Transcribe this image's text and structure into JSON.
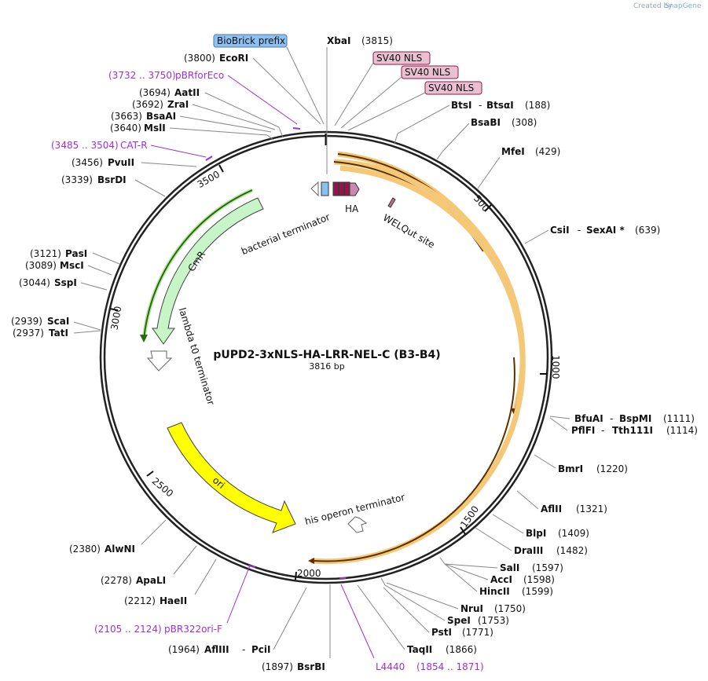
{
  "plasmid": {
    "name": "pUPD2-3xNLS-HA-LRR-NEL-C (B3-B4)",
    "length_text": "3816 bp"
  },
  "credit": {
    "prefix": "Created by",
    "brand": "SnapGene"
  },
  "ticks": [
    "500",
    "1000",
    "1500",
    "2000",
    "2500",
    "3000",
    "3500"
  ],
  "boxes": {
    "biobrick": "BioBrick prefix",
    "nls": "SV40 NLS"
  },
  "features": {
    "ha": "HA",
    "welqut": "WELQut site",
    "bacterial_terminator": "bacterial terminator",
    "cmr": "CmR",
    "lambda": "lambda t0 terminator",
    "ori": "ori",
    "his": "his operon terminator"
  },
  "sites": {
    "xbai": {
      "name": "XbaI",
      "pos": "(3815)"
    },
    "ecori": {
      "name": "EcoRI",
      "pos": "(3800)"
    },
    "aatii": {
      "name": "AatII",
      "pos": "(3694)"
    },
    "zrai": {
      "name": "ZraI",
      "pos": "(3692)"
    },
    "bsaai": {
      "name": "BsaAI",
      "pos": "(3663)"
    },
    "msli": {
      "name": "MslI",
      "pos": "(3640)"
    },
    "pvuii": {
      "name": "PvuII",
      "pos": "(3456)"
    },
    "bsrdi": {
      "name": "BsrDI",
      "pos": "(3339)"
    },
    "pasi": {
      "name": "PasI",
      "pos": "(3121)"
    },
    "msci": {
      "name": "MscI",
      "pos": "(3089)"
    },
    "sspi": {
      "name": "SspI",
      "pos": "(3044)"
    },
    "scai": {
      "name": "ScaI",
      "pos": "(2939)"
    },
    "tati": {
      "name": "TatI",
      "pos": "(2937)"
    },
    "alwni": {
      "name": "AlwNI",
      "pos": "(2380)"
    },
    "apali": {
      "name": "ApaLI",
      "pos": "(2278)"
    },
    "haeii": {
      "name": "HaeII",
      "pos": "(2212)"
    },
    "afliii": {
      "name": "AflIII",
      "pos": "(1964)"
    },
    "pcii": {
      "name": "PciI"
    },
    "bsrbi": {
      "name": "BsrBI",
      "pos": "(1897)"
    },
    "taqii": {
      "name": "TaqII",
      "pos": "(1866)"
    },
    "psti": {
      "name": "PstI",
      "pos": "(1771)"
    },
    "spei": {
      "name": "SpeI",
      "pos": "(1753)"
    },
    "nrui": {
      "name": "NruI",
      "pos": "(1750)"
    },
    "hincii": {
      "name": "HincII",
      "pos": "(1599)"
    },
    "acci": {
      "name": "AccI",
      "pos": "(1598)"
    },
    "sali": {
      "name": "SalI",
      "pos": "(1597)"
    },
    "draiii": {
      "name": "DraIII",
      "pos": "(1482)"
    },
    "blpi": {
      "name": "BlpI",
      "pos": "(1409)"
    },
    "aflii": {
      "name": "AflII",
      "pos": "(1321)"
    },
    "bmri": {
      "name": "BmrI",
      "pos": "(1220)"
    },
    "pflfi": {
      "name": "PflFI",
      "pos": "(1114)"
    },
    "tth111i": {
      "name": "Tth111I"
    },
    "bfuai": {
      "name": "BfuAI",
      "pos": "(1111)"
    },
    "bspmi": {
      "name": "BspMI"
    },
    "csii": {
      "name": "CsiI"
    },
    "sexai": {
      "name": "SexAI *",
      "pos": "(639)"
    },
    "mfei": {
      "name": "MfeI",
      "pos": "(429)"
    },
    "bsabi": {
      "name": "BsaBI",
      "pos": "(308)"
    },
    "btsi": {
      "name": "BtsI",
      "pos": "(188)"
    },
    "btsai": {
      "name": "BtsαI"
    }
  },
  "primers": {
    "pbrforeco": {
      "name": "pBRforEco",
      "range": "(3732 .. 3750)"
    },
    "catr": {
      "name": "CAT-R",
      "range": "(3485 .. 3504)"
    },
    "pbr322ori": {
      "name": "pBR322ori-F",
      "range": "(2105 .. 2124)"
    },
    "l4440": {
      "name": "L4440",
      "range": "(1854 .. 1871)"
    }
  },
  "colors": {
    "orange_feature": "#f0a020",
    "cmr_fill": "#c8f5c8",
    "cmr_arrow": "#3a8a1a",
    "ori_fill": "#ffff00",
    "primer": "#9b30d9",
    "nls_fill": "#e8c0d0",
    "biobrick_fill": "#8cc0f0",
    "ha_fill": "#8b1a4a"
  }
}
